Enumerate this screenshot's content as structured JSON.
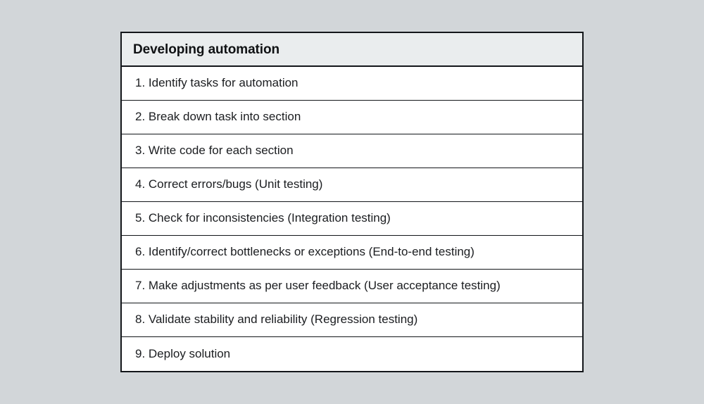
{
  "background_color": "#d2d6d9",
  "table": {
    "header": {
      "title": "Developing automation",
      "background_color": "#eaedee",
      "text_color": "#101214"
    },
    "border_color": "#13161a",
    "row_background_color": "#ffffff",
    "row_text_color": "#1b1d20",
    "rows": [
      {
        "number": "1.",
        "label": "Identify tasks for automation",
        "text": "1. Identify tasks for automation"
      },
      {
        "number": "2.",
        "label": "Break down task into section",
        "text": "2. Break down task into section"
      },
      {
        "number": "3.",
        "label": "Write code for each section",
        "text": "3. Write code for each section"
      },
      {
        "number": "4.",
        "label": "Correct errors/bugs (Unit testing)",
        "text": "4. Correct errors/bugs (Unit testing)"
      },
      {
        "number": "5.",
        "label": "Check for inconsistencies (Integration testing)",
        "text": "5. Check for inconsistencies (Integration testing)"
      },
      {
        "number": "6.",
        "label": "Identify/correct bottlenecks or exceptions (End-to-end testing)",
        "text": "6. Identify/correct bottlenecks or exceptions (End-to-end testing)"
      },
      {
        "number": "7.",
        "label": "Make adjustments as per user feedback (User acceptance testing)",
        "text": "7. Make adjustments as per user feedback (User acceptance testing)"
      },
      {
        "number": "8.",
        "label": "Validate stability and reliability (Regression testing)",
        "text": "8. Validate stability and reliability (Regression testing)"
      },
      {
        "number": "9.",
        "label": "Deploy solution",
        "text": "9. Deploy solution"
      }
    ]
  }
}
